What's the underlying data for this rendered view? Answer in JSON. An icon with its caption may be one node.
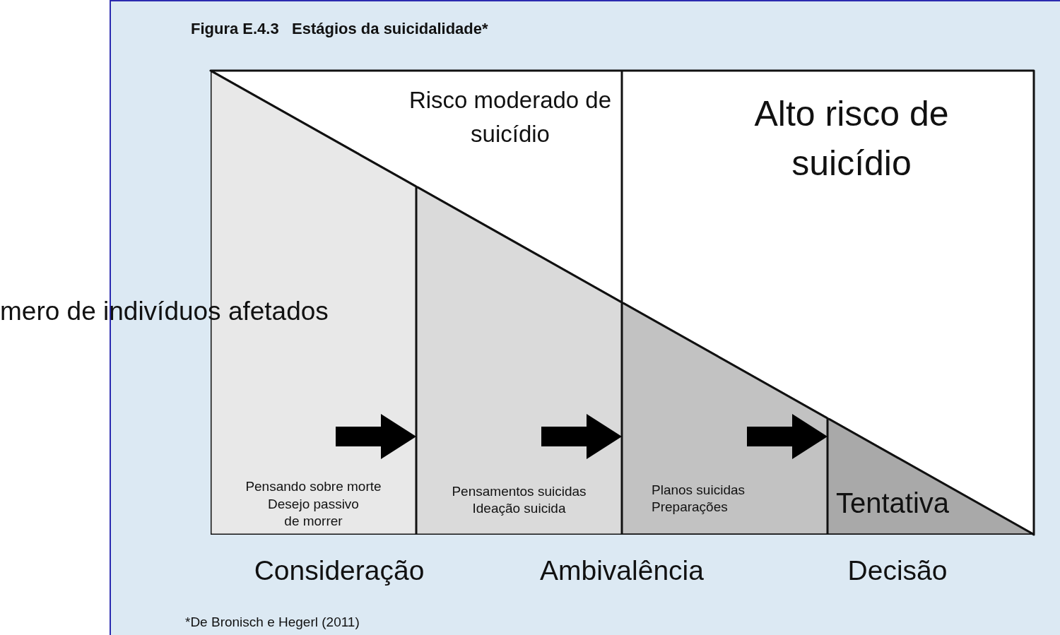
{
  "diagram": {
    "title": "Figura E.4.3   Estágios da suicidalidade*",
    "caption": "*De Bronisch e Hegerl (2011)",
    "nodes": [
      {
        "text": [
          "Pensando sobre morte",
          "Desejo passivo de morrer"
        ]
      },
      {
        "text": [
          "Pensamentos suicidas",
          "Ideação suicida"
        ]
      },
      {
        "text": [
          "Planos suicidas",
          "Preparações"
        ]
      },
      {
        "text": [
          "Tentativa"
        ]
      }
    ],
    "edges": [
      {
        "from": 0,
        "to": 1,
        "arrow": "to"
      },
      {
        "from": 1,
        "to": 2,
        "arrow": "to"
      },
      {
        "from": 2,
        "to": 3,
        "arrow": "to"
      }
    ],
    "labels": [
      "Risco moderado de suicídio",
      "Alto risco de suicídio",
      "mero de indivíduos afetados",
      "Consideração",
      "Ambivalência",
      "Decisão"
    ]
  }
}
